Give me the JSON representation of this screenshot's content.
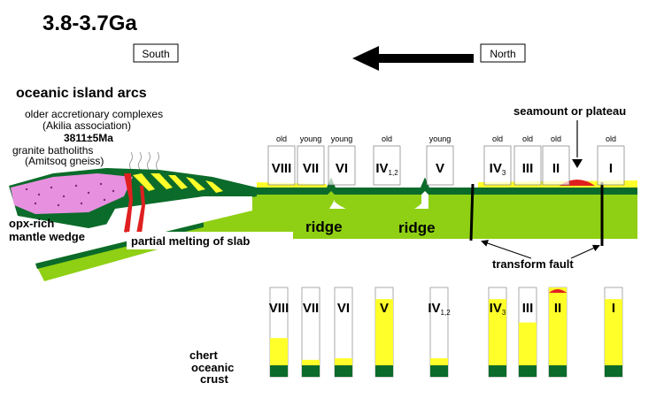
{
  "title": "3.8-3.7Ga",
  "directions": {
    "south": "South",
    "north": "North"
  },
  "labels": {
    "island_arcs": "oceanic island arcs",
    "accretionary_1": "older accretionary complexes",
    "accretionary_2": "(Akilia association)",
    "age": "3811±5Ma",
    "batholiths_1": "granite batholiths",
    "batholiths_2": "(Amitsoq gneiss)",
    "opx_1": "opx-rich",
    "opx_2": "mantle wedge",
    "partial_melting": "partial melting of slab",
    "ridge": "ridge",
    "seamount": "seamount or plateau",
    "transform_fault": "transform fault",
    "chert": "chert",
    "crust_1": "oceanic",
    "crust_2": "crust"
  },
  "plates": [
    {
      "num": "VIII",
      "sub": "",
      "age": "old"
    },
    {
      "num": "VII",
      "sub": "",
      "age": "young"
    },
    {
      "num": "VI",
      "sub": "",
      "age": "young"
    },
    {
      "num": "IV",
      "sub": "1,2",
      "age": "old"
    },
    {
      "num": "V",
      "sub": "",
      "age": "young"
    },
    {
      "num": "IV",
      "sub": "3",
      "age": "old"
    },
    {
      "num": "III",
      "sub": "",
      "age": "old"
    },
    {
      "num": "II",
      "sub": "",
      "age": "old"
    },
    {
      "num": "I",
      "sub": "",
      "age": "old"
    }
  ],
  "columns": [
    {
      "num": "VIII",
      "sub": "",
      "chert": 0.35
    },
    {
      "num": "VII",
      "sub": "",
      "chert": 0.07
    },
    {
      "num": "VI",
      "sub": "",
      "chert": 0.09
    },
    {
      "num": "V",
      "sub": "",
      "chert": 0.85
    },
    {
      "num": "IV",
      "sub": "1,2",
      "chert": 0.09
    },
    {
      "num": "IV",
      "sub": "3",
      "chert": 0.85
    },
    {
      "num": "III",
      "sub": "",
      "chert": 0.55
    },
    {
      "num": "II",
      "sub": "",
      "chert": 1.0
    },
    {
      "num": "I",
      "sub": "",
      "chert": 0.85
    }
  ],
  "colors": {
    "dark_green": "#0b6b2a",
    "light_green": "#8fd014",
    "yellow": "#ffff2a",
    "pink": "#e890e0",
    "red": "#e02020"
  }
}
